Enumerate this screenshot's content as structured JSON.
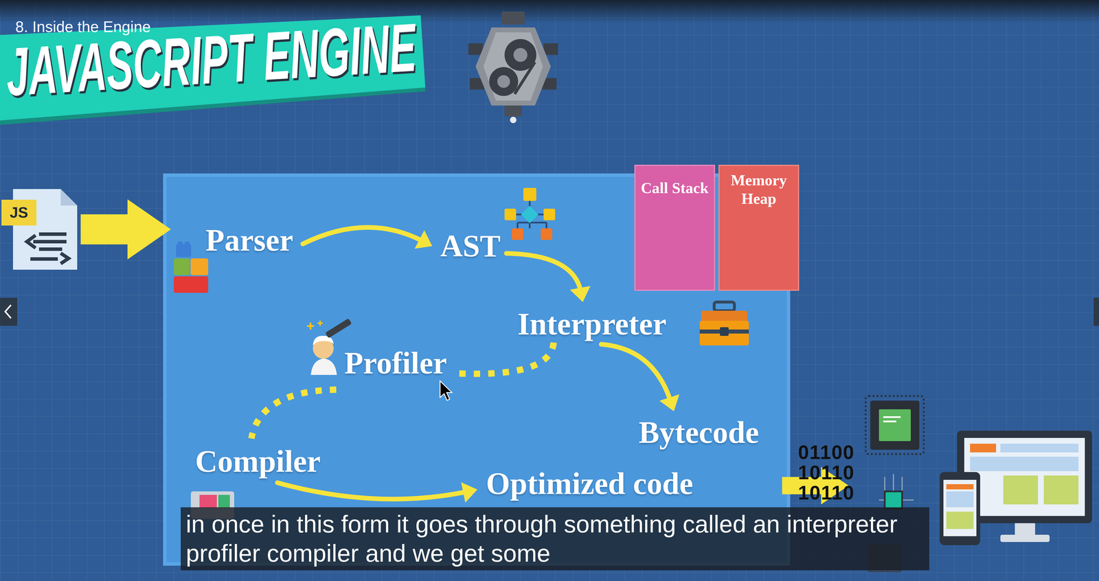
{
  "diagram": {
    "title": "JAVASCRIPT ENGINE",
    "caption": "in once in this form it goes through something called an interpreter profiler compiler and we get some",
    "nodes": [
      {
        "text": [
          "JS"
        ]
      },
      {
        "text": [
          "Parser"
        ]
      },
      {
        "text": [
          "AST"
        ]
      },
      {
        "text": [
          "Call Stack"
        ]
      },
      {
        "text": [
          "Memory Heap"
        ]
      },
      {
        "text": [
          "Interpreter"
        ]
      },
      {
        "text": [
          "Profiler"
        ]
      },
      {
        "text": [
          "Bytecode"
        ]
      },
      {
        "text": [
          "Compiler"
        ]
      },
      {
        "text": [
          "Optimized code"
        ]
      }
    ],
    "edges": [
      {
        "from": 0,
        "to": 1,
        "arrow": "to"
      },
      {
        "from": 1,
        "to": 2,
        "arrow": "to"
      },
      {
        "from": 2,
        "to": 5,
        "arrow": "to"
      },
      {
        "from": 5,
        "to": 7,
        "arrow": "to"
      },
      {
        "from": 5,
        "to": 6,
        "arrow": "none"
      },
      {
        "from": 6,
        "to": 8,
        "arrow": "none"
      },
      {
        "from": 8,
        "to": 9,
        "arrow": "to"
      }
    ],
    "labels": [
      "8. Inside the Engine",
      "01100",
      "10110",
      "10110"
    ]
  }
}
